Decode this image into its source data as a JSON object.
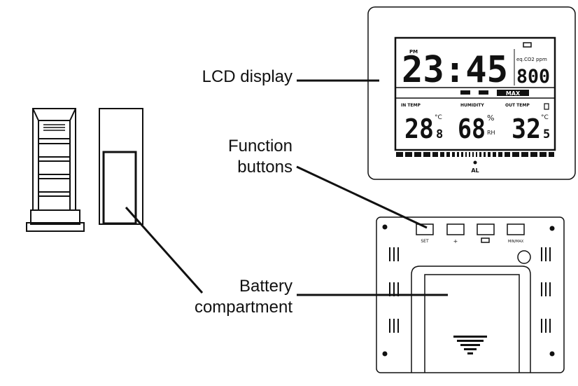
{
  "labels": {
    "lcd_display": "LCD display",
    "function_buttons_line1": "Function",
    "function_buttons_line2": "buttons",
    "battery_line1": "Battery",
    "battery_line2": "compartment"
  },
  "lcd": {
    "pm": "PM",
    "time": "23:45",
    "co2_unit": "eq.CO2 ppm",
    "co2_value": "800",
    "max_label": "MAX",
    "in_temp_label": "IN TEMP",
    "humidity_label": "HUMIDITY",
    "out_temp_label": "OUT TEMP",
    "in_temp_value": "28",
    "in_temp_decimal": "8",
    "in_temp_unit": "°C",
    "humidity_value": "68",
    "humidity_unit_top": "%",
    "humidity_unit_bottom": "RH",
    "out_temp_value": "32",
    "out_temp_decimal": "5",
    "out_temp_unit": "°C",
    "alarm_label": "AL"
  },
  "buttons": {
    "set": "SET",
    "plus": "+",
    "minmax": "MIN/MAX"
  },
  "colors": {
    "ink": "#111111",
    "paper": "#ffffff"
  }
}
